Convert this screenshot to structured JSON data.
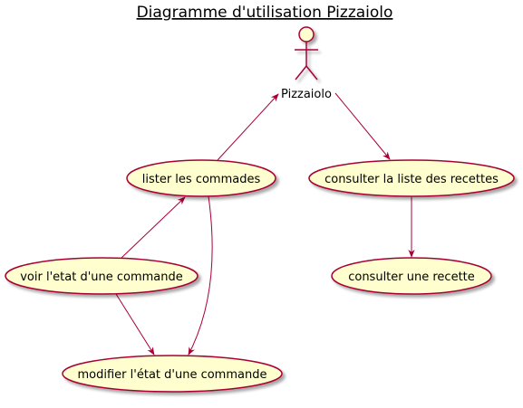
{
  "title": "Diagramme d'utilisation Pizzaiolo",
  "colors": {
    "usecase_fill": "#FEFECE",
    "usecase_border": "#A80036",
    "edge": "#A80036",
    "shadow": "#C9C9C9"
  },
  "actor": {
    "id": "pizzaiolo",
    "label": "Pizzaiolo",
    "icon": "stick-figure-actor-icon"
  },
  "use_cases": [
    {
      "id": "lister",
      "label": "lister les commades"
    },
    {
      "id": "consulter_liste",
      "label": "consulter la liste des recettes"
    },
    {
      "id": "voir_etat",
      "label": "voir l'etat d'une commande"
    },
    {
      "id": "consulter_recette",
      "label": "consulter une recette"
    },
    {
      "id": "modifier_etat",
      "label": "modifier l'état d'une commande"
    }
  ],
  "edges": [
    {
      "from": "lister",
      "to": "pizzaiolo"
    },
    {
      "from": "pizzaiolo",
      "to": "consulter_liste"
    },
    {
      "from": "consulter_liste",
      "to": "consulter_recette"
    },
    {
      "from": "voir_etat",
      "to": "lister"
    },
    {
      "from": "lister",
      "to": "modifier_etat"
    },
    {
      "from": "voir_etat",
      "to": "modifier_etat"
    }
  ]
}
